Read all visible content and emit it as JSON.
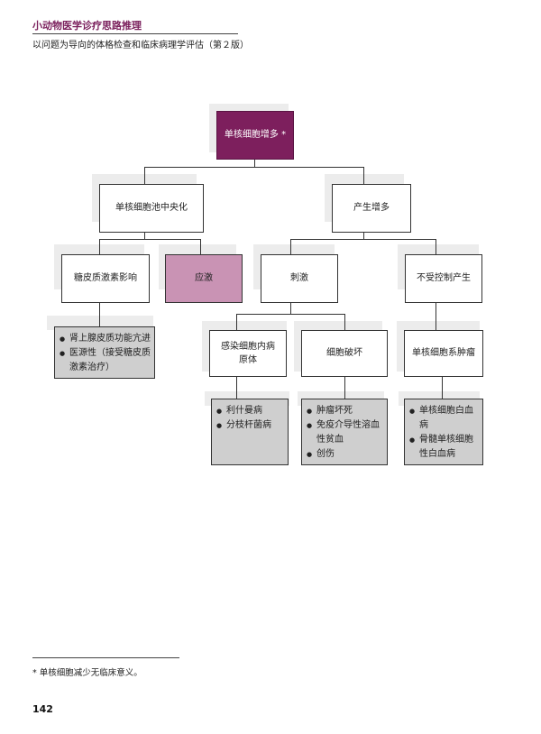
{
  "header": {
    "title": "小动物医学诊疗思路推理",
    "subtitle": "以问题为导向的体格检查和临床病理学评估（第２版）"
  },
  "chart": {
    "root": "单核细胞增多 *",
    "level1": {
      "left": "单核细胞池中央化",
      "right": "产生增多"
    },
    "level2": {
      "corticosteroid": "糖皮质激素影响",
      "stress": "应激",
      "stimulation": "刺激",
      "uncontrolled": "不受控制产生"
    },
    "level3": {
      "infection": "感染细胞内病原体",
      "cell_destruction": "细胞破坏",
      "neoplasia": "单核细胞系肿瘤"
    },
    "lists": {
      "corticosteroid": [
        "肾上腺皮质功能亢进",
        "医源性（接受糖皮质激素治疗）"
      ],
      "infection": [
        "利什曼病",
        "分枝杆菌病"
      ],
      "cell_destruction": [
        "肿瘤坏死",
        "免疫介导性溶血性贫血",
        "创伤"
      ],
      "neoplasia": [
        "单核细胞白血病",
        "骨髓单核细胞性白血病"
      ]
    },
    "colors": {
      "root_fill": "#7d1f5d",
      "stress_fill": "#c993b4",
      "list_fill": "#cfcfcf"
    }
  },
  "footnote": "* 单核细胞减少无临床意义。",
  "page_number": "142"
}
